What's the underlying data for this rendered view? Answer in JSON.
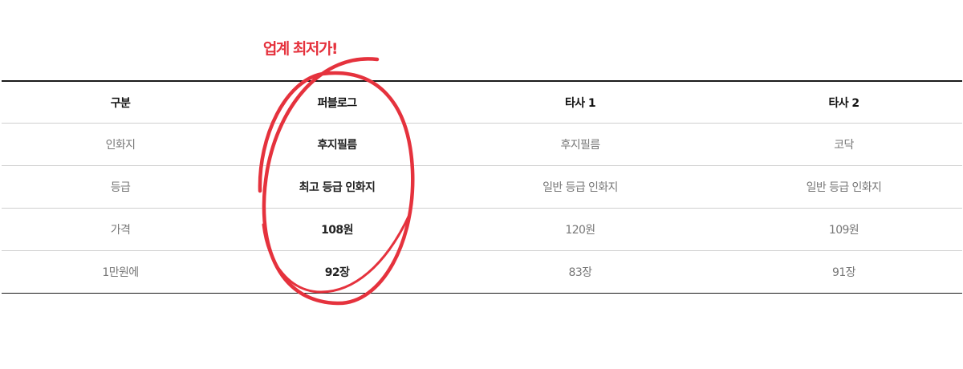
{
  "badge": "업계 최저가!",
  "table": {
    "headers": [
      "구분",
      "퍼블로그",
      "타사 1",
      "타사 2"
    ],
    "rows": [
      [
        "인화지",
        "후지필름",
        "후지필름",
        "코닥"
      ],
      [
        "등급",
        "최고 등급 인화지",
        "일반 등급 인화지",
        "일반 등급 인화지"
      ],
      [
        "가격",
        "108원",
        "120원",
        "109원"
      ],
      [
        "1만원에",
        "92장",
        "83장",
        "91장"
      ]
    ]
  },
  "colors": {
    "accent": "#e5323d",
    "border_strong": "#1a1a1a",
    "border_light": "#cfcfcf"
  }
}
